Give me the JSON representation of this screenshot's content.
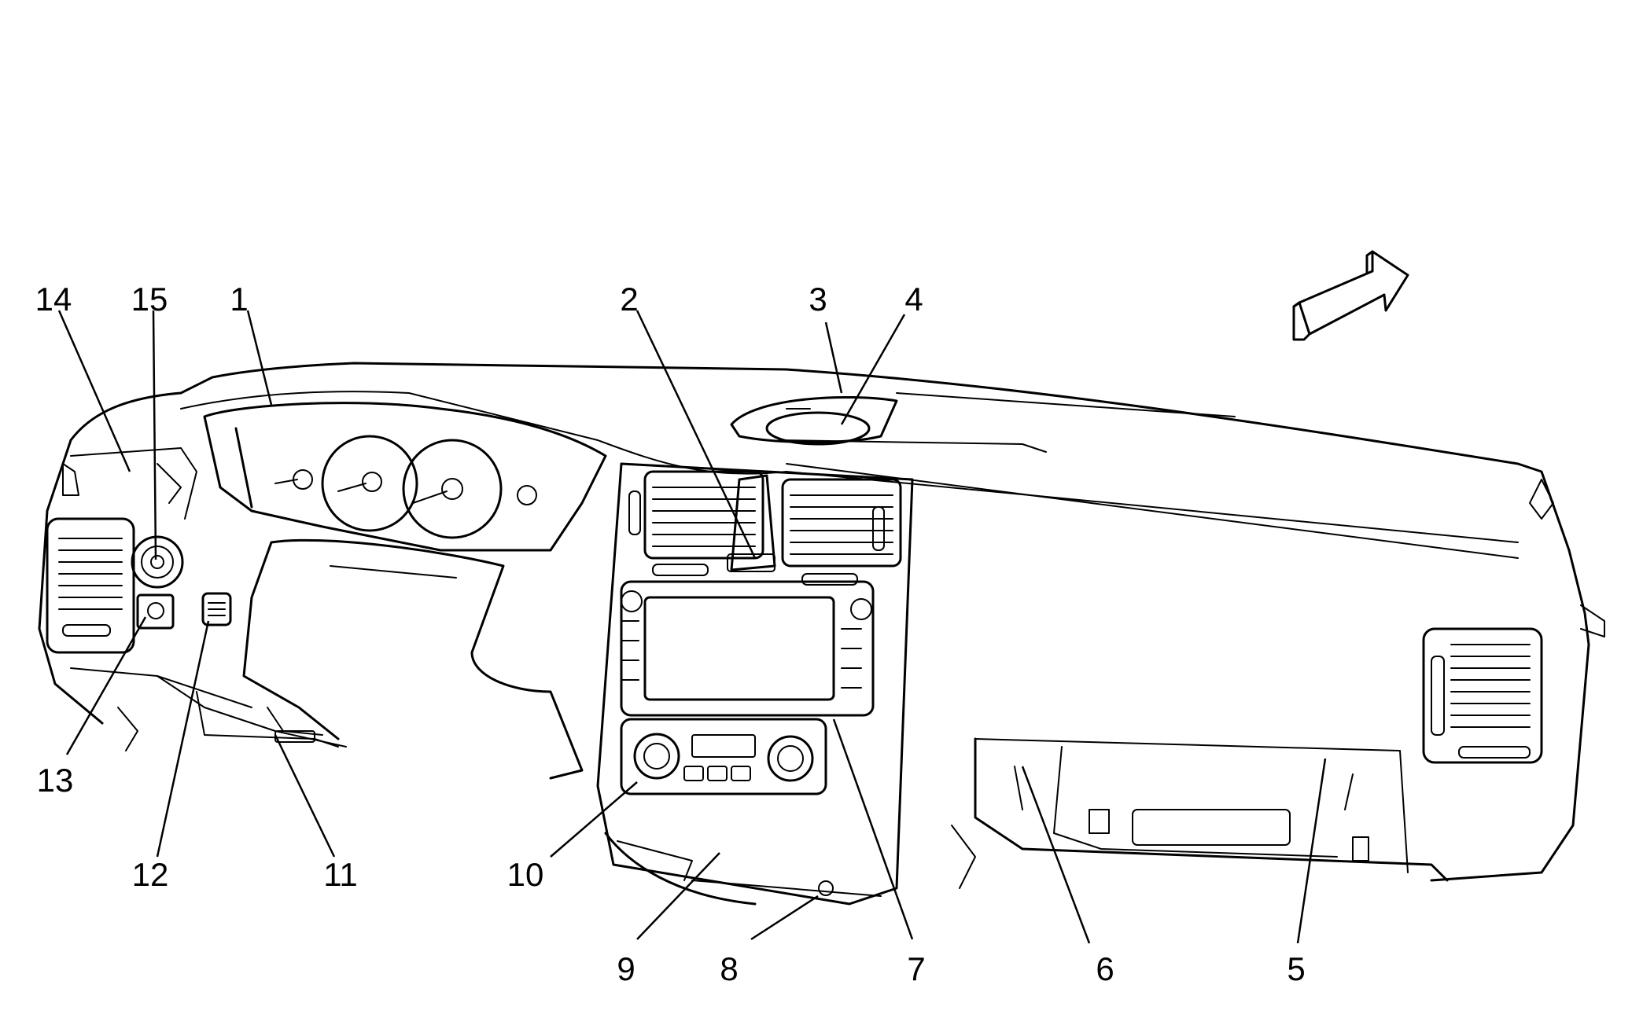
{
  "callouts": [
    {
      "id": "c1",
      "label": "1"
    },
    {
      "id": "c2",
      "label": "2"
    },
    {
      "id": "c3",
      "label": "3"
    },
    {
      "id": "c4",
      "label": "4"
    },
    {
      "id": "c5",
      "label": "5"
    },
    {
      "id": "c6",
      "label": "6"
    },
    {
      "id": "c7",
      "label": "7"
    },
    {
      "id": "c8",
      "label": "8"
    },
    {
      "id": "c9",
      "label": "9"
    },
    {
      "id": "c10",
      "label": "10"
    },
    {
      "id": "c11",
      "label": "11"
    },
    {
      "id": "c12",
      "label": "12"
    },
    {
      "id": "c13",
      "label": "13"
    },
    {
      "id": "c14",
      "label": "14"
    },
    {
      "id": "c15",
      "label": "15"
    }
  ],
  "direction_arrow": {
    "icon": "forward-direction-arrow-icon"
  }
}
